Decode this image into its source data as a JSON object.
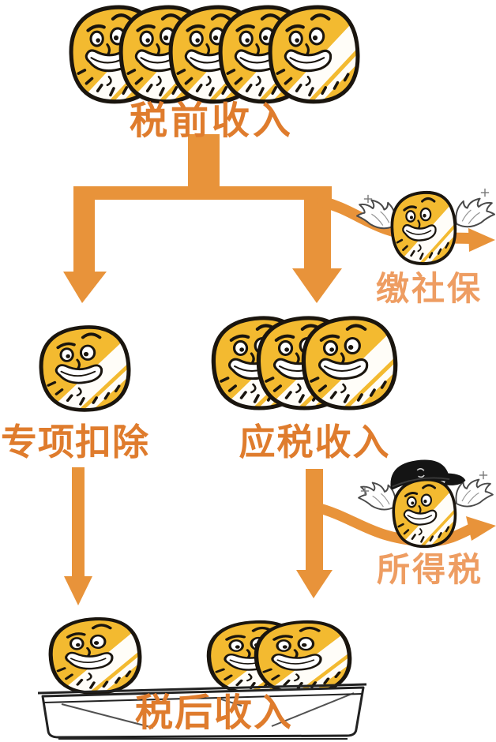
{
  "diagram": {
    "nodes": {
      "pretax": {
        "label": "税前收入",
        "coins": 5
      },
      "deduction": {
        "label": "专项扣除",
        "coins": 1
      },
      "taxable": {
        "label": "应税收入",
        "coins": 3
      },
      "aftertax": {
        "label": "税后收入",
        "coins_left": 1,
        "coins_right": 2
      }
    },
    "outflows": {
      "social_security": {
        "label": "缴社保",
        "coins": 1
      },
      "income_tax": {
        "label": "所得税",
        "coins": 1
      }
    },
    "colors": {
      "arrow": "#E8933A",
      "node_label": "#DF7C2D",
      "outflow_label": "#EE9D62",
      "coin_fill": "#F3BA30",
      "coin_outline": "#1A150E",
      "background": "#FFFFFF"
    }
  }
}
